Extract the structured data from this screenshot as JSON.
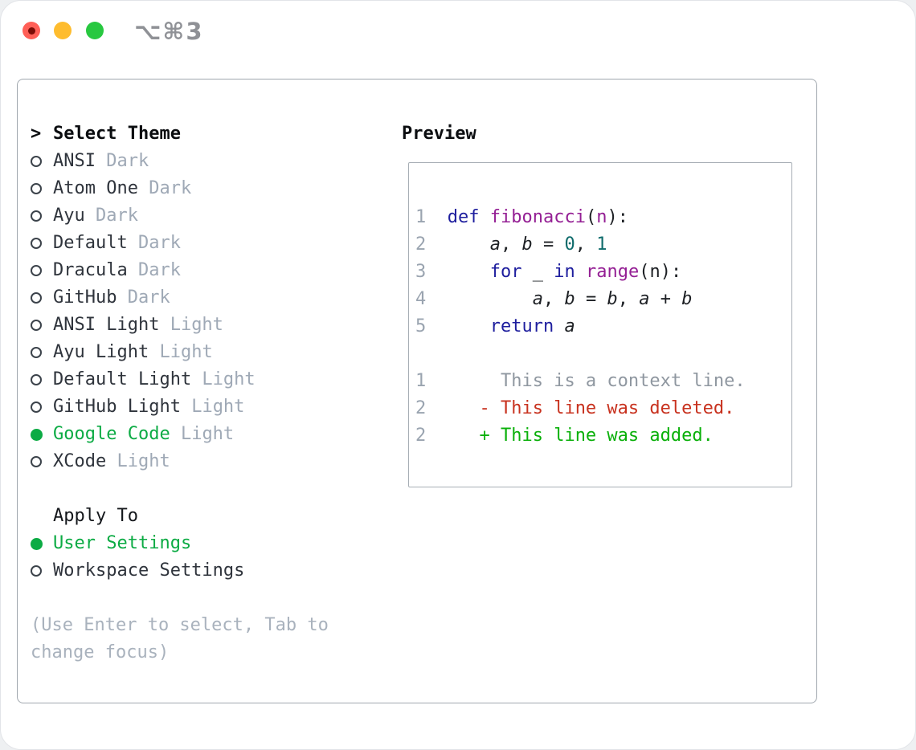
{
  "window": {
    "title_shortcut": "⌥⌘3"
  },
  "colors": {
    "traffic_red": "#ff5f57",
    "traffic_yellow": "#febc2e",
    "traffic_green": "#28c840",
    "selected_green": "#0cab44",
    "code_keyword": "#1e1e9e",
    "code_function": "#941f94",
    "code_literal": "#0e6b6b",
    "diff_deleted": "#c8321f",
    "diff_added": "#0ab00a"
  },
  "theme_picker": {
    "header": {
      "prompt": ">",
      "label": "Select Theme"
    },
    "themes": [
      {
        "name": "ANSI",
        "variant": "Dark",
        "selected": false
      },
      {
        "name": "Atom One",
        "variant": "Dark",
        "selected": false
      },
      {
        "name": "Ayu",
        "variant": "Dark",
        "selected": false
      },
      {
        "name": "Default",
        "variant": "Dark",
        "selected": false
      },
      {
        "name": "Dracula",
        "variant": "Dark",
        "selected": false
      },
      {
        "name": "GitHub",
        "variant": "Dark",
        "selected": false
      },
      {
        "name": "ANSI Light",
        "variant": "Light",
        "selected": false
      },
      {
        "name": "Ayu Light",
        "variant": "Light",
        "selected": false
      },
      {
        "name": "Default Light",
        "variant": "Light",
        "selected": false
      },
      {
        "name": "GitHub Light",
        "variant": "Light",
        "selected": false
      },
      {
        "name": "Google Code",
        "variant": "Light",
        "selected": true
      },
      {
        "name": "XCode",
        "variant": "Light",
        "selected": false
      }
    ],
    "apply_to": {
      "header": "Apply To",
      "options": [
        {
          "label": "User Settings",
          "selected": true
        },
        {
          "label": "Workspace Settings",
          "selected": false
        }
      ]
    },
    "hint": "(Use Enter to select, Tab to change focus)"
  },
  "preview": {
    "header": "Preview",
    "code_lines": [
      [],
      [
        [
          "num",
          "1  "
        ],
        [
          "kw",
          "def"
        ],
        [
          "pln",
          " "
        ],
        [
          "fn",
          "fibonacci"
        ],
        [
          "pln",
          "("
        ],
        [
          "fn",
          "n"
        ],
        [
          "pln",
          "):"
        ]
      ],
      [
        [
          "num",
          "2  "
        ],
        [
          "pln",
          "    "
        ],
        [
          "var",
          "a"
        ],
        [
          "pln",
          ", "
        ],
        [
          "var",
          "b"
        ],
        [
          "pln",
          " = "
        ],
        [
          "lit",
          "0"
        ],
        [
          "pln",
          ", "
        ],
        [
          "lit",
          "1"
        ]
      ],
      [
        [
          "num",
          "3  "
        ],
        [
          "pln",
          "    "
        ],
        [
          "kw",
          "for"
        ],
        [
          "pln",
          " _ "
        ],
        [
          "kw",
          "in"
        ],
        [
          "pln",
          " "
        ],
        [
          "fn",
          "range"
        ],
        [
          "pln",
          "(n):"
        ]
      ],
      [
        [
          "num",
          "4  "
        ],
        [
          "pln",
          "        "
        ],
        [
          "var",
          "a"
        ],
        [
          "pln",
          ", "
        ],
        [
          "var",
          "b"
        ],
        [
          "pln",
          " = "
        ],
        [
          "var",
          "b"
        ],
        [
          "pln",
          ", "
        ],
        [
          "var",
          "a"
        ],
        [
          "pln",
          " + "
        ],
        [
          "var",
          "b"
        ]
      ],
      [
        [
          "num",
          "5  "
        ],
        [
          "pln",
          "    "
        ],
        [
          "kw",
          "return"
        ],
        [
          "pln",
          " "
        ],
        [
          "var",
          "a"
        ]
      ],
      [],
      [
        [
          "num",
          "1  "
        ],
        [
          "ctx",
          "     This is a context line."
        ]
      ],
      [
        [
          "num",
          "2  "
        ],
        [
          "del",
          "   - This line was deleted."
        ]
      ],
      [
        [
          "num",
          "2  "
        ],
        [
          "add",
          "   + This line was added."
        ]
      ]
    ]
  }
}
